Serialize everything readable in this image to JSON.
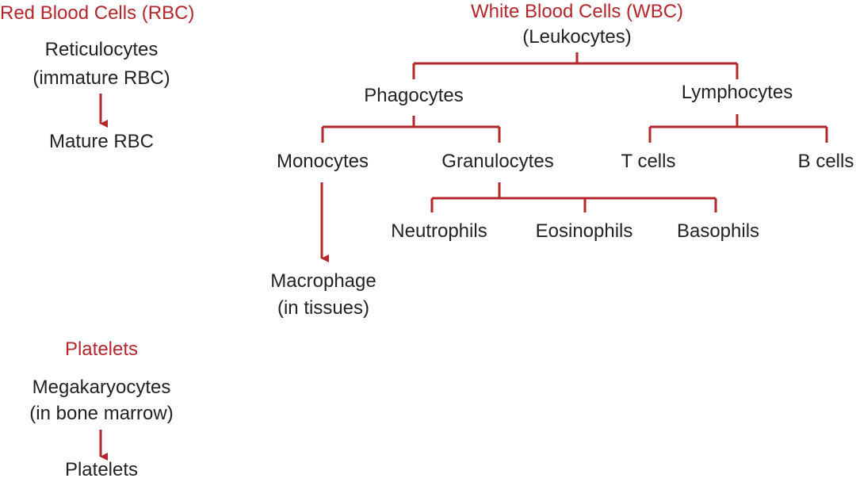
{
  "colors": {
    "accent": "#b3262b",
    "text": "#222222"
  },
  "rbc": {
    "title": "Red Blood Cells (RBC)",
    "line1": "Reticulocytes",
    "line2": "(immature RBC)",
    "mature": "Mature RBC"
  },
  "wbc": {
    "title": "White Blood Cells (WBC)",
    "subtitle": "(Leukocytes)",
    "phagocytes": "Phagocytes",
    "lymphocytes": "Lymphocytes",
    "monocytes": "Monocytes",
    "granulocytes": "Granulocytes",
    "t_cells": "T cells",
    "b_cells": "B cells",
    "neutrophils": "Neutrophils",
    "eosinophils": "Eosinophils",
    "basophils": "Basophils",
    "macrophage_line1": "Macrophage",
    "macrophage_line2": "(in tissues)"
  },
  "platelets": {
    "title": "Platelets",
    "line1": "Megakaryocytes",
    "line2": "(in bone marrow)",
    "result": "Platelets"
  }
}
